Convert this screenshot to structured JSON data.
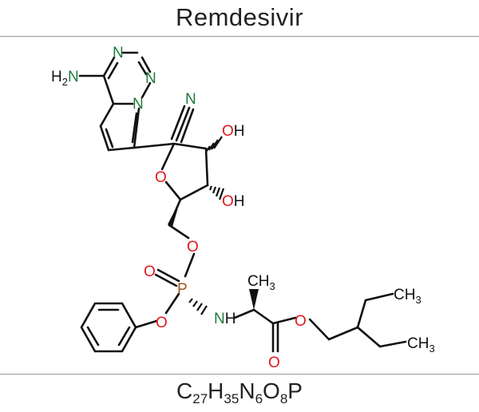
{
  "title": "Remdesivir",
  "formula": {
    "parts": [
      {
        "el": "C",
        "n": "27"
      },
      {
        "el": "H",
        "n": "35"
      },
      {
        "el": "N",
        "n": "6"
      },
      {
        "el": "O",
        "n": "8"
      },
      {
        "el": "P",
        "n": ""
      }
    ]
  },
  "colors": {
    "bond": "#111111",
    "carbon_text": "#111111",
    "nitrogen": "#1f7a3d",
    "oxygen": "#e0191d",
    "phosphorus": "#a0541a",
    "rule": "#9a9a9a"
  },
  "atoms": {
    "amine_h": "H",
    "amine_sub": "2",
    "amine_n": "N",
    "n_top": "N",
    "n_right": "N",
    "n_bridge": "N",
    "n_nitrile": "N",
    "oh1_o": "O",
    "oh1_h": "H",
    "oh2_o": "O",
    "oh2_h": "H",
    "ring_o": "O",
    "o_link": "O",
    "o_double": "O",
    "p": "P",
    "o_phenyl": "O",
    "nh_n": "N",
    "nh_h": "H",
    "ch3_top": "CH",
    "ch3_top_sub": "3",
    "o_ester": "O",
    "o_carbonyl": "O",
    "ch3_a": "CH",
    "ch3_a_sub": "3",
    "ch3_b": "CH",
    "ch3_b_sub": "3"
  }
}
